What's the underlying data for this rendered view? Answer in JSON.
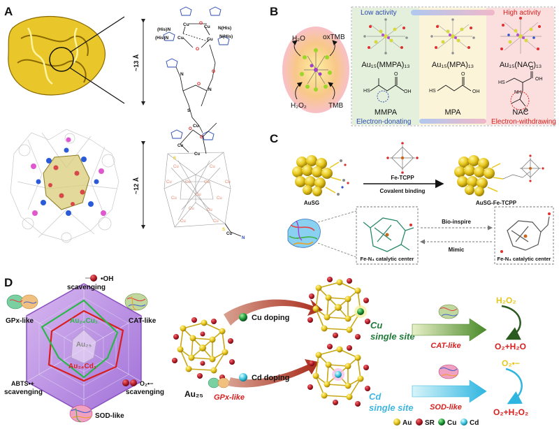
{
  "colors": {
    "gold": "#e8c81e",
    "gold_dark": "#b8980a",
    "sr_red": "#b81d2a",
    "cu_green": "#1f9a3a",
    "cd_cyan": "#3fc6e0",
    "text_blue": "#2848b0",
    "text_red": "#d81e1e",
    "purple": "#b88ee0",
    "arrow_red": "#a82a1a",
    "arrow_green": "#4a8a2a"
  },
  "panels": {
    "A": {
      "label": "A",
      "dim_top": "~13 Å",
      "dim_bottom": "~12 Å",
      "his_labels": [
        "(His)",
        "N",
        "(His)",
        "N",
        "N(His)",
        "N(His)",
        "(His)N",
        "(His)N"
      ],
      "cu_labels": [
        "Cu",
        "Cu",
        "Cu",
        "Cu",
        "Cu",
        "Cu"
      ],
      "o_labels": [
        "O",
        "O",
        "O",
        "O"
      ]
    },
    "B": {
      "label": "B",
      "low_activity": "Low activity",
      "high_activity": "High activity",
      "electron_donating": "Electron-donating",
      "electron_withdrawing": "Electron-withdrawing",
      "h2o": "H₂O",
      "oxtmb": "oxTMB",
      "h2o2": "H₂O₂",
      "tmb": "TMB",
      "clusters": [
        {
          "name": "Au₁₅(MMPA)₁₃",
          "ligand": "MMPA"
        },
        {
          "name": "Au₁₅(MPA)₁₃",
          "ligand": "MPA"
        },
        {
          "name": "Au₁₅(NAC)₁₃",
          "ligand": "NAC"
        }
      ],
      "atoms": {
        "sh": "HS",
        "oh": "OH",
        "o": "O",
        "nh": "NH",
        "s": "S"
      }
    },
    "C": {
      "label": "C",
      "fe_tcpp": "Fe-TCPP",
      "covalent_binding": "Covalent binding",
      "ausg": "AuSG",
      "ausg_fe_tcpp": "AuSG-Fe-TCPP",
      "bio_inspire": "Bio-inspire",
      "mimic": "Mimic",
      "fe_n4_left": "Fe-N₄ catalytic center",
      "fe_n4_right": "Fe-N₄ catalytic center"
    },
    "D": {
      "label": "D",
      "oh_scavenging": "•OH",
      "scavenging": "scavenging",
      "gpx_like": "GPx-like",
      "cat_like": "CAT-like",
      "abts": "ABTS•+",
      "abts_scavenging": "scavenging",
      "o2_scavenging": "O₂•−",
      "o2_scavenging_word": "scavenging",
      "sod_like": "SOD-like",
      "au24cu1": "Au₂₄Cu₁",
      "au25_small": "Au₂₅",
      "au24cd1": "Au₂₄Cd₁",
      "au25": "Au₂₅",
      "gpx_like_red": "GPx-like",
      "cu_doping": "Cu doping",
      "cd_doping": "Cd doping",
      "cu_single_site_1": "Cu",
      "cu_single_site_2": "single site",
      "cd_single_site_1": "Cd",
      "cd_single_site_2": "single site",
      "cat_like_red": "CAT-like",
      "sod_like_red": "SOD-like",
      "h2o2": "H₂O₂",
      "o2_h2o": "O₂+H₂O",
      "o2_superoxide": "O₂•−",
      "o2_h2o2": "O₂+H₂O₂",
      "legend": {
        "au": "Au",
        "sr": "SR",
        "cu": "Cu",
        "cd": "Cd"
      }
    }
  }
}
